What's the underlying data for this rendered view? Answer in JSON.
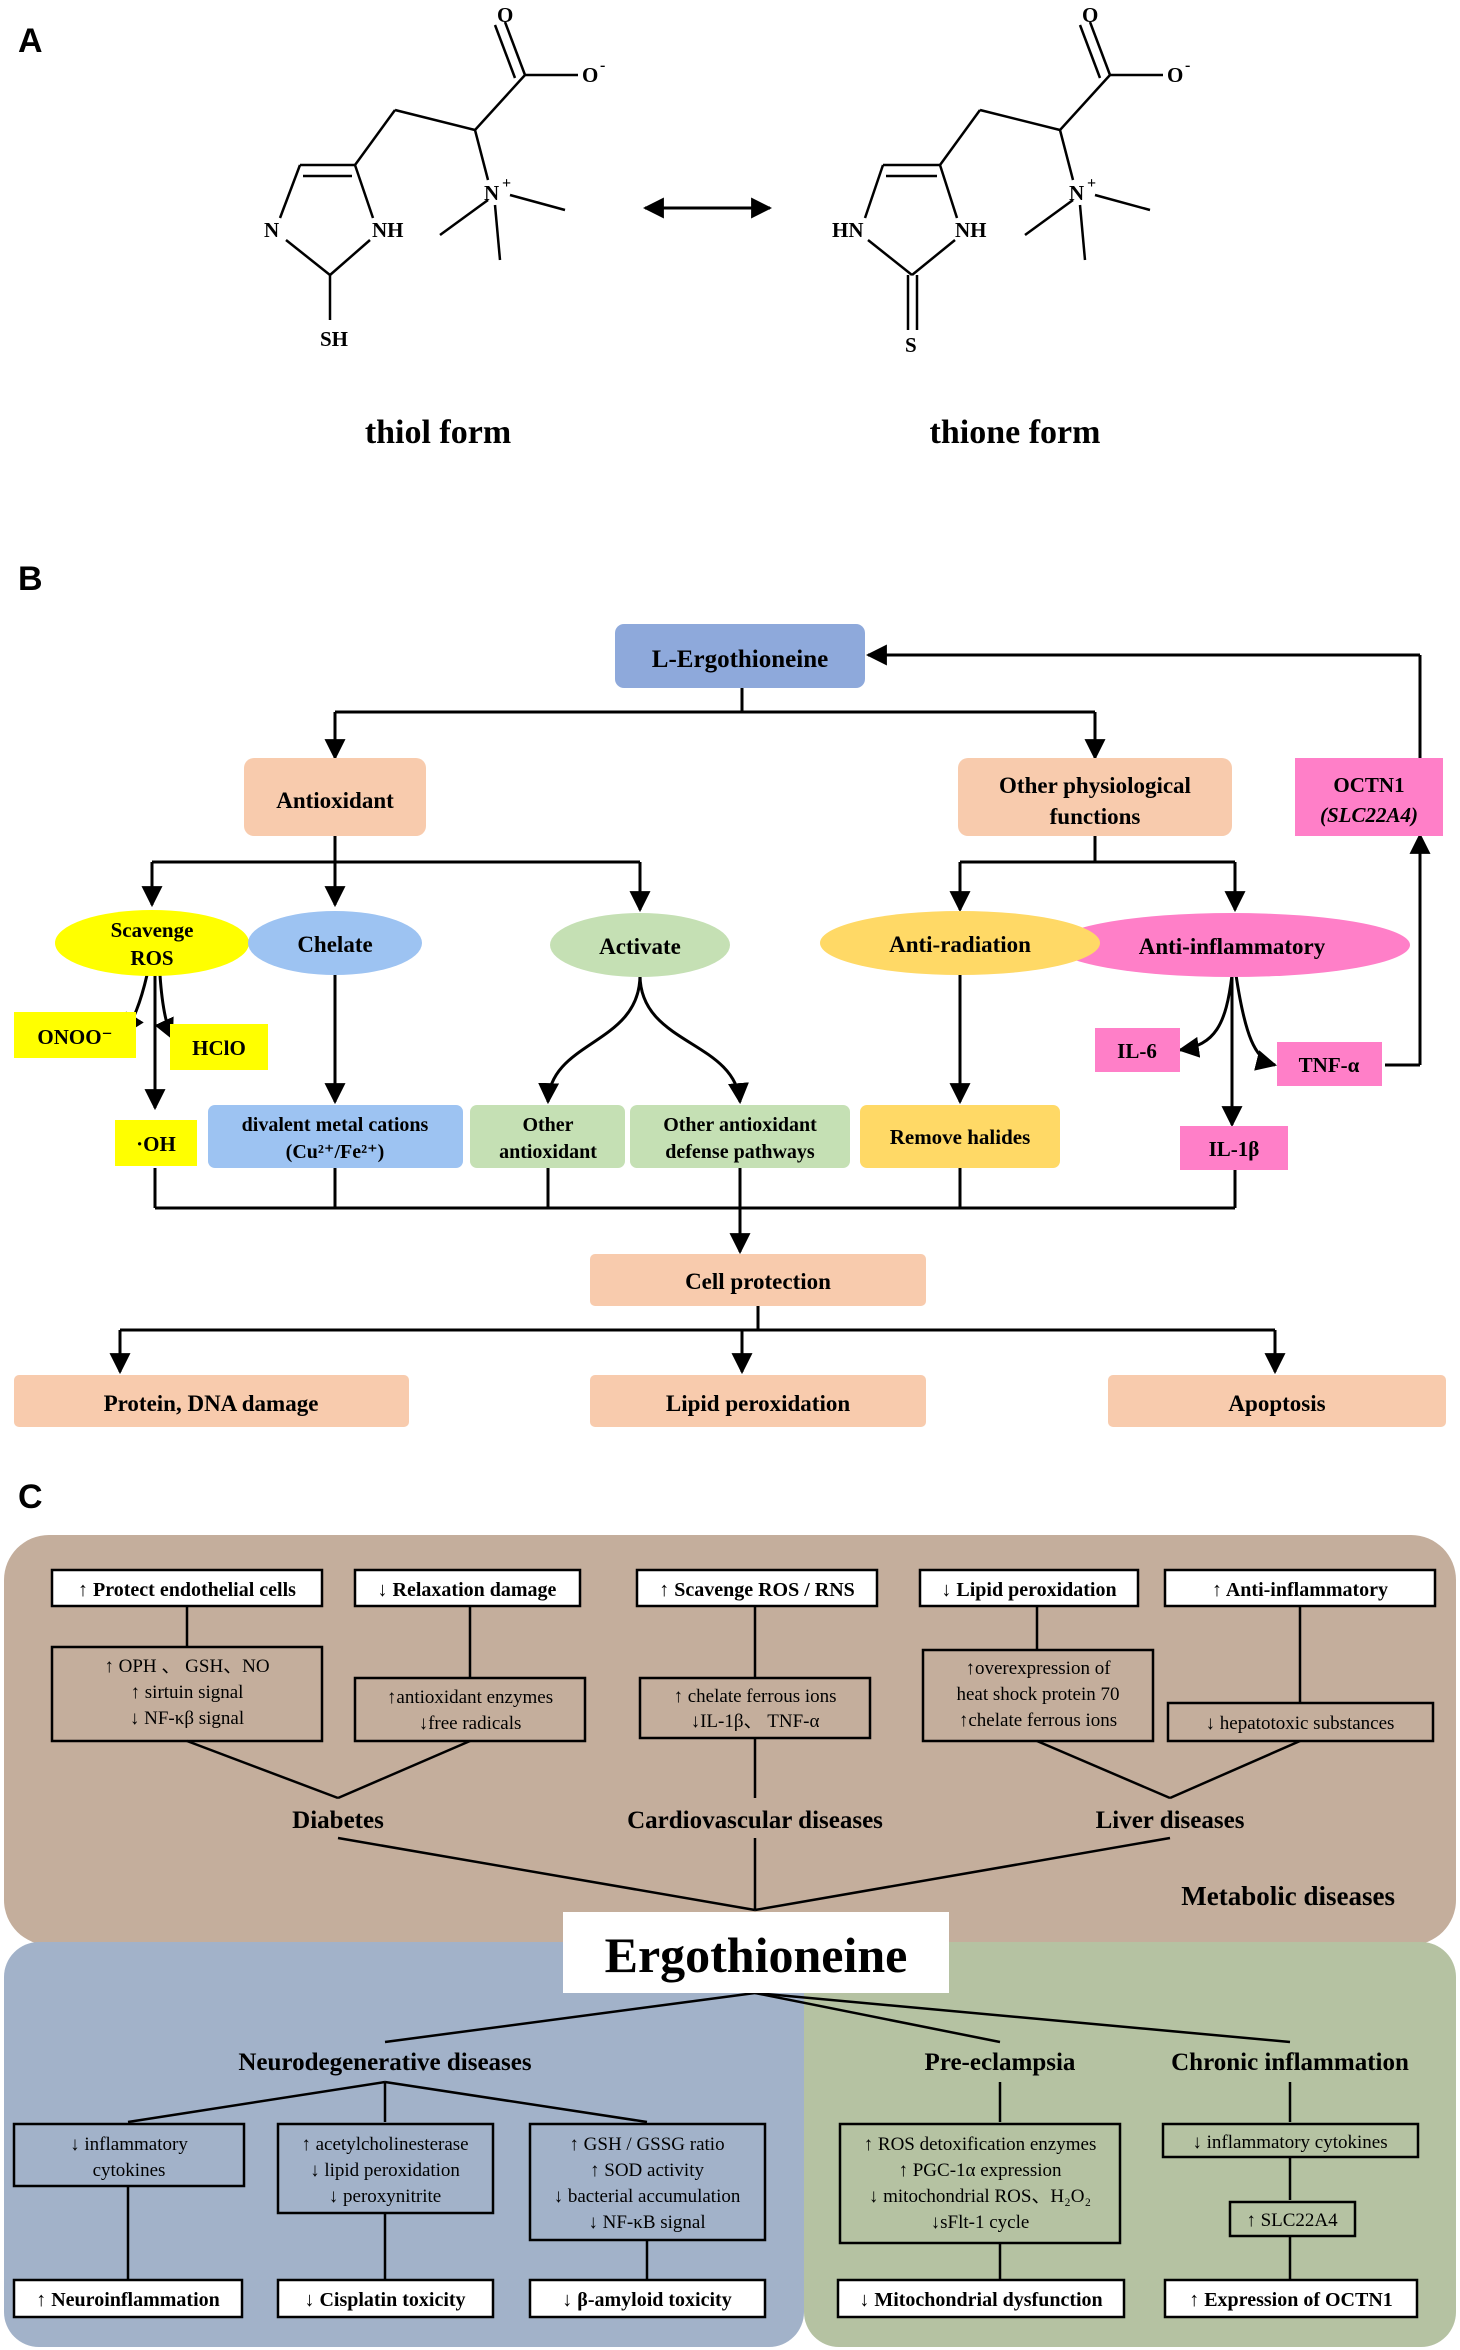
{
  "panels": {
    "a": "A",
    "b": "B",
    "c": "C"
  },
  "panel_a": {
    "thiol_label": "thiol form",
    "thione_label": "thione form",
    "atoms": {
      "O": "O",
      "O_minus": "O",
      "minus": "-",
      "N_plus": "N",
      "plus": "+",
      "N": "N",
      "NH": "NH",
      "HN": "HN",
      "SH": "SH",
      "S": "S"
    }
  },
  "panel_b": {
    "l_ergo": "L-Ergothioneine",
    "antioxidant": "Antioxidant",
    "other_phys_1": "Other physiological",
    "other_phys_2": "functions",
    "octn1_1": "OCTN1",
    "octn1_2": "(SLC22A4)",
    "scavenge_1": "Scavenge",
    "scavenge_2": "ROS",
    "chelate": "Chelate",
    "activate": "Activate",
    "anti_radiation": "Anti-radiation",
    "anti_inflammatory": "Anti-inflammatory",
    "onoo": "ONOO⁻",
    "hclo": "HClO",
    "oh": "·OH",
    "divalent_1": "divalent metal cations",
    "divalent_2": "(Cu²⁺/Fe²⁺)",
    "other_antiox_1": "Other",
    "other_antiox_2": "antioxidant",
    "other_path_1": "Other antioxidant",
    "other_path_2": "defense pathways",
    "remove_halides": "Remove halides",
    "il6": "IL-6",
    "tnfa": "TNF-α",
    "il1b": "IL-1β",
    "cell_protection": "Cell protection",
    "protein_dna": "Protein, DNA damage",
    "lipid_perox": "Lipid peroxidation",
    "apoptosis": "Apoptosis"
  },
  "panel_c": {
    "title": "Ergothioneine",
    "metabolic": "Metabolic diseases",
    "diabetes": "Diabetes",
    "cardio": "Cardiovascular diseases",
    "liver": "Liver diseases",
    "protect_endo": "↑ Protect endothelial cells",
    "relaxation": "↓ Relaxation damage",
    "scavenge_ros_rns": "↑ Scavenge ROS / RNS",
    "lipid_perox_top": "↓ Lipid peroxidation",
    "anti_inflam_top": "↑ Anti-inflammatory",
    "diab_detail": [
      "↑ OPH 、 GSH、NO",
      "↑ sirtuin signal",
      "↓ NF-κβ signal"
    ],
    "relax_detail": [
      "↑antioxidant enzymes",
      "↓free radicals"
    ],
    "cardio_detail": [
      "↑ chelate ferrous ions",
      "↓IL-1β、 TNF-α"
    ],
    "liver_detail": [
      "↑overexpression of",
      "heat shock protein 70",
      "↑chelate ferrous ions"
    ],
    "hepatotoxic": "↓ hepatotoxic substances",
    "neuro": "Neurodegenerative diseases",
    "preeclampsia": "Pre-eclampsia",
    "chronic": "Chronic inflammation",
    "neuro_d1": [
      "↓ inflammatory",
      "cytokines"
    ],
    "neuro_d2": [
      "↑ acetylcholinesterase",
      "↓ lipid peroxidation",
      "↓ peroxynitrite"
    ],
    "neuro_d3": [
      "↑ GSH / GSSG ratio",
      "↑ SOD activity",
      "↓ bacterial accumulation",
      "↓ NF-κB signal"
    ],
    "pre_detail": [
      "↑ ROS detoxification enzymes",
      "↑ PGC-1α expression",
      "↓ mitochondrial ROS、H₂O₂",
      "↓sFlt-1 cycle"
    ],
    "chronic_d1": "↓ inflammatory cytokines",
    "chronic_d2": "↑ SLC22A4",
    "neuroinflammation": "↑ Neuroinflammation",
    "cisplatin": "↓ Cisplatin toxicity",
    "amyloid": "↓ β-amyloid toxicity",
    "mito_dys": "↓ Mitochondrial dysfunction",
    "octn1_expr": "↑ Expression of OCTN1"
  },
  "colors": {
    "blue_box": "#8ea9db",
    "peach": "#f8cbad",
    "pink": "#ff7fc8",
    "yellow": "#ffff00",
    "light_blue": "#9dc3f2",
    "light_green": "#c5e0b4",
    "orange_yellow": "#ffd966",
    "brown_bg": "#c4ae9c",
    "blue_bg": "#a2b2c9",
    "green_bg": "#b5c2a2"
  }
}
